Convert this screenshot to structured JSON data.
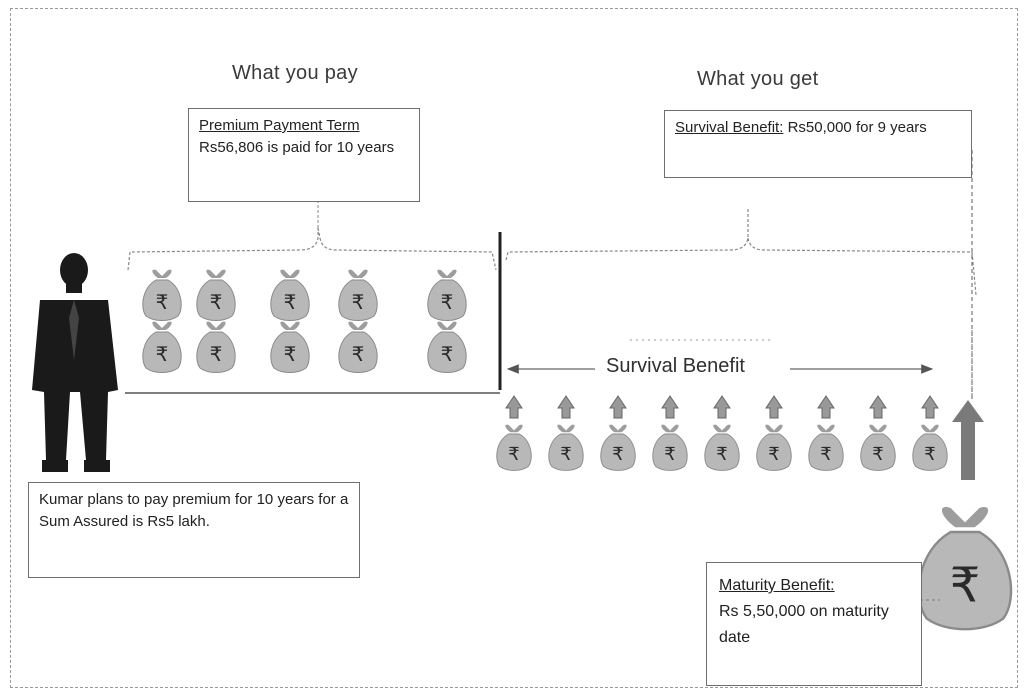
{
  "headings": {
    "pay": "What you pay",
    "get": "What you get"
  },
  "premium_box": {
    "title": "Premium Payment Term",
    "text": "Rs56,806 is paid for 10 years"
  },
  "survival_box": {
    "title": "Survival Benefit:",
    "text": "Rs50,000 for 9 years"
  },
  "kumar_box": {
    "text": "Kumar plans to pay premium for 10 years for a Sum Assured is Rs5 lakh."
  },
  "maturity_box": {
    "title": "Maturity Benefit:",
    "text": "Rs 5,50,000 on maturity date"
  },
  "survival_benefit_label": "Survival Benefit",
  "rupee_symbol": "₹",
  "premium_bag_count": 10,
  "survival_bag_count": 9,
  "colors": {
    "bag": "#b5b5b5",
    "figure": "#1a1a1a",
    "arrow": "#7a7a7a"
  },
  "icons": [
    "person-silhouette-icon",
    "money-bag-icon",
    "up-arrow-icon"
  ]
}
